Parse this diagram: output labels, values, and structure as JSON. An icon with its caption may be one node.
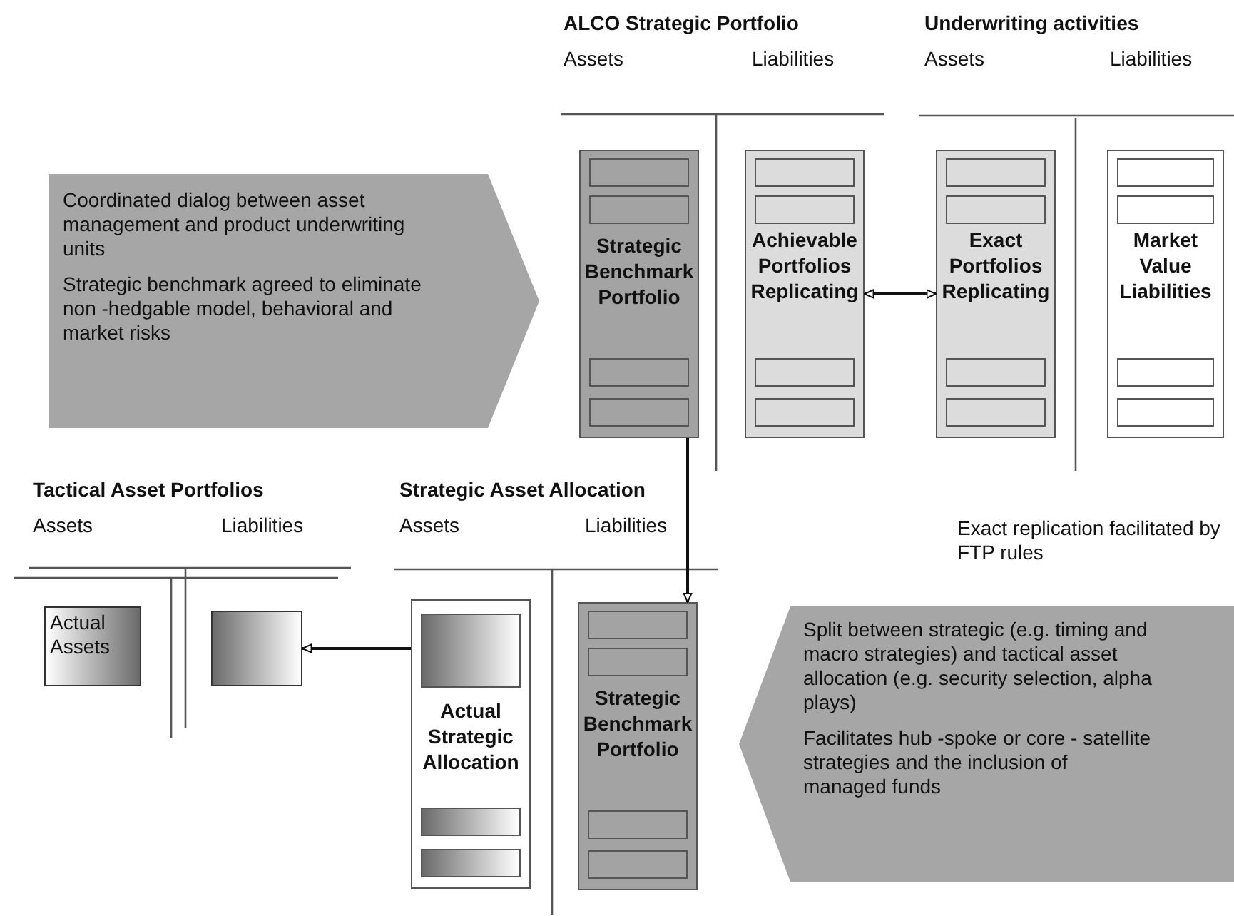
{
  "diagram": {
    "nodes": [
      {
        "text": [
          "Coordinated dialog between asset management and product underwriting units",
          "Strategic benchmark agreed to eliminate non -hedgable model, behavioral and market risks"
        ]
      },
      {
        "text": [
          "Strategic Benchmark Portfolio"
        ]
      },
      {
        "text": [
          "Achievable Portfolios Replicating"
        ]
      },
      {
        "text": [
          "Exact Portfolios Replicating"
        ]
      },
      {
        "text": [
          "Market Value Liabilities"
        ]
      },
      {
        "text": [
          "Actual Assets"
        ]
      },
      {
        "text": [],
        "shape": "box"
      },
      {
        "text": [
          "Actual Strategic Allocation"
        ]
      },
      {
        "text": [
          "Strategic Benchmark Portfolio"
        ]
      },
      {
        "text": [
          "Split between strategic (e.g. timing and macro strategies) and tactical asset allocation (e.g. security selection, alpha plays)",
          "Facilitates hub -spoke or core - satellite strategies and the inclusion of managed funds"
        ]
      }
    ],
    "edges": [
      {
        "from": 2,
        "to": 3,
        "arrow": "both"
      },
      {
        "from": 1,
        "to": 8,
        "arrow": "to"
      },
      {
        "from": 7,
        "to": 6,
        "arrow": "to"
      }
    ],
    "labels": [
      "ALCO Strategic Portfolio",
      "Underwriting activities",
      "Assets",
      "Liabilities",
      "Assets",
      "Liabilities",
      "Tactical Asset Portfolios",
      "Strategic Asset Allocation",
      "Exact replication facilitated by FTP rules",
      "Assets",
      "Liabilities",
      "Assets",
      "Liabilities"
    ]
  }
}
